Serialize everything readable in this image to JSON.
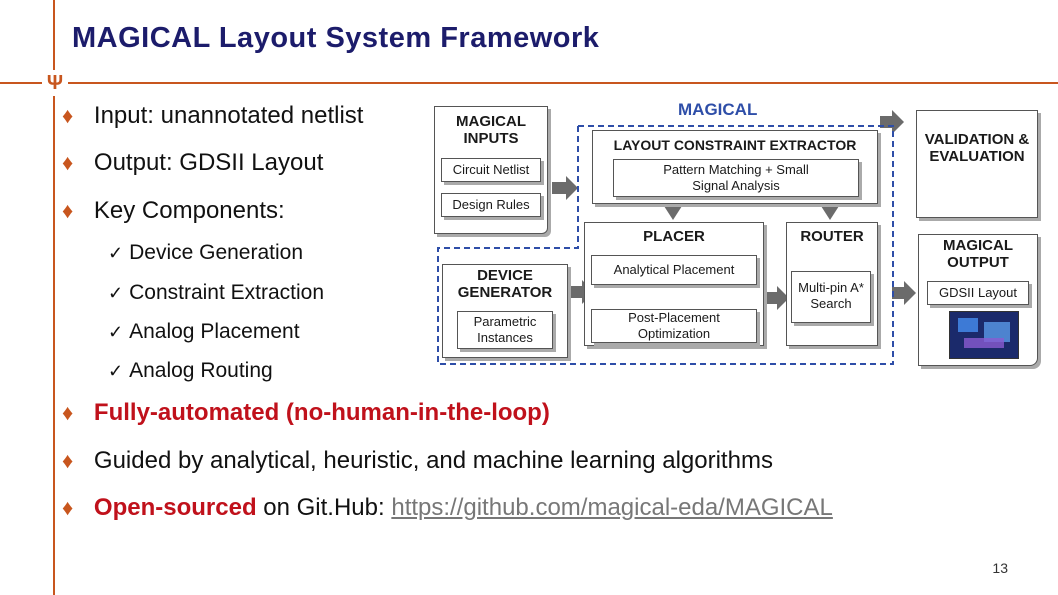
{
  "slide": {
    "title": "MAGICAL Layout System Framework",
    "page_number": "13",
    "logo_glyph": "Ψ"
  },
  "bullets": [
    {
      "text": "Input: unannotated netlist"
    },
    {
      "text": "Output: GDSII Layout"
    },
    {
      "text": "Key Components:"
    }
  ],
  "sub_bullets": [
    {
      "text": "Device Generation"
    },
    {
      "text": "Constraint Extraction"
    },
    {
      "text": "Analog Placement"
    },
    {
      "text": "Analog Routing"
    }
  ],
  "bullets2": {
    "automated": "Fully-automated (no-human-in-the-loop)",
    "guided": "Guided by analytical, heuristic, and machine learning algorithms",
    "open_bold": "Open-sourced",
    "open_rest": " on Git.Hub: ",
    "open_link": "https://github.com/magical-eda/MAGICAL"
  },
  "diagram": {
    "magical_label": "MAGICAL",
    "inputs_title": "MAGICAL INPUTS",
    "circuit_netlist": "Circuit Netlist",
    "design_rules": "Design Rules",
    "constraint_extractor": "LAYOUT CONSTRAINT EXTRACTOR",
    "pattern_matching": "Pattern Matching + Small Signal Analysis",
    "validation": "VALIDATION & EVALUATION",
    "placer": "PLACER",
    "router": "ROUTER",
    "analytical_placement": "Analytical Placement",
    "post_placement": "Post-Placement Optimization",
    "multipin": "Multi-pin A* Search",
    "device_generator": "DEVICE GENERATOR",
    "parametric": "Parametric Instances",
    "output_title": "MAGICAL OUTPUT",
    "gdsii_layout": "GDSII Layout"
  },
  "colors": {
    "accent": "#c8561e",
    "title": "#1c1c6b",
    "emphasis": "#c0111b",
    "magical_blue": "#2e4ea8"
  }
}
